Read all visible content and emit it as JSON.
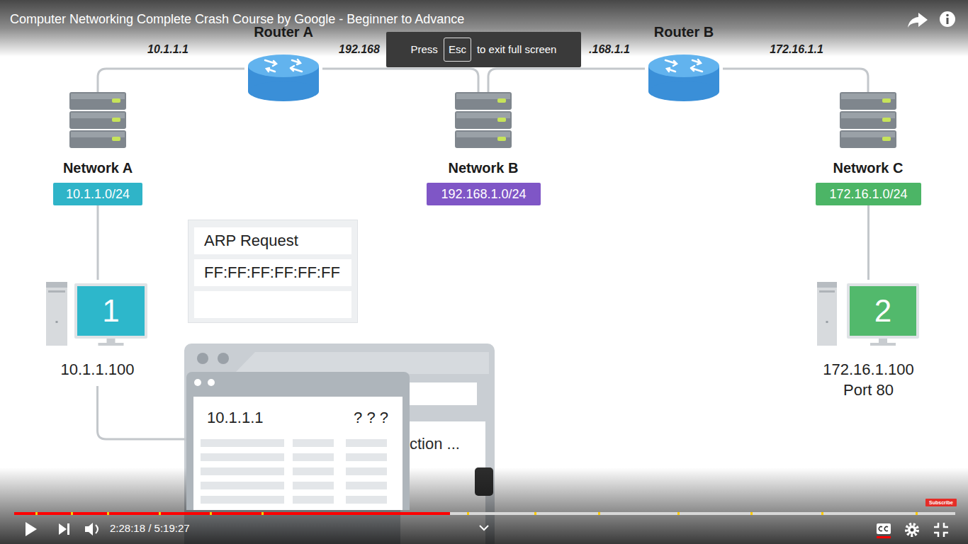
{
  "diagram": {
    "title": "Computer Networking Complete Crash Course by Google - Beginner to Advance",
    "nodes": [
      {
        "text": [
          "Router A"
        ]
      },
      {
        "text": [
          "Router B"
        ]
      },
      {
        "text": [
          "Network A"
        ]
      },
      {
        "text": [
          "10.1.1.0/24"
        ]
      },
      {
        "text": [
          "Network B"
        ]
      },
      {
        "text": [
          "192.168.1.0/24"
        ]
      },
      {
        "text": [
          "Network C"
        ]
      },
      {
        "text": [
          "172.16.1.0/24"
        ]
      },
      {
        "text": [
          "1",
          "10.1.1.100"
        ]
      },
      {
        "text": [
          "2",
          "172.16.1.100 Port 80"
        ]
      },
      {
        "text": [
          "ARP Request",
          "FF:FF:FF:FF:FF:FF"
        ]
      },
      {
        "text": [
          "10.1.1.1",
          "? ? ?"
        ]
      },
      {
        "text": [
          "Press",
          "to exit full screen"
        ]
      },
      {
        "text": [
          "Esc"
        ],
        "in": 12
      },
      {
        "text": [
          "Subscribe"
        ]
      }
    ],
    "edges": [
      {
        "from": 2,
        "to": 0,
        "arrow": "none",
        "label": "10.1.1.1"
      },
      {
        "from": 0,
        "to": 4,
        "arrow": "none",
        "label": "192.168"
      },
      {
        "from": 4,
        "to": 1,
        "arrow": "none",
        "label": ".168.1.1"
      },
      {
        "from": 1,
        "to": 6,
        "arrow": "none",
        "label": "172.16.1.1"
      },
      {
        "from": 3,
        "to": 8,
        "arrow": "none"
      },
      {
        "from": 7,
        "to": 9,
        "arrow": "none"
      },
      {
        "from": 8,
        "to": 11,
        "arrow": "none"
      }
    ],
    "labels": [
      "ction ...",
      "2:28:18 / 5:19:27"
    ]
  }
}
